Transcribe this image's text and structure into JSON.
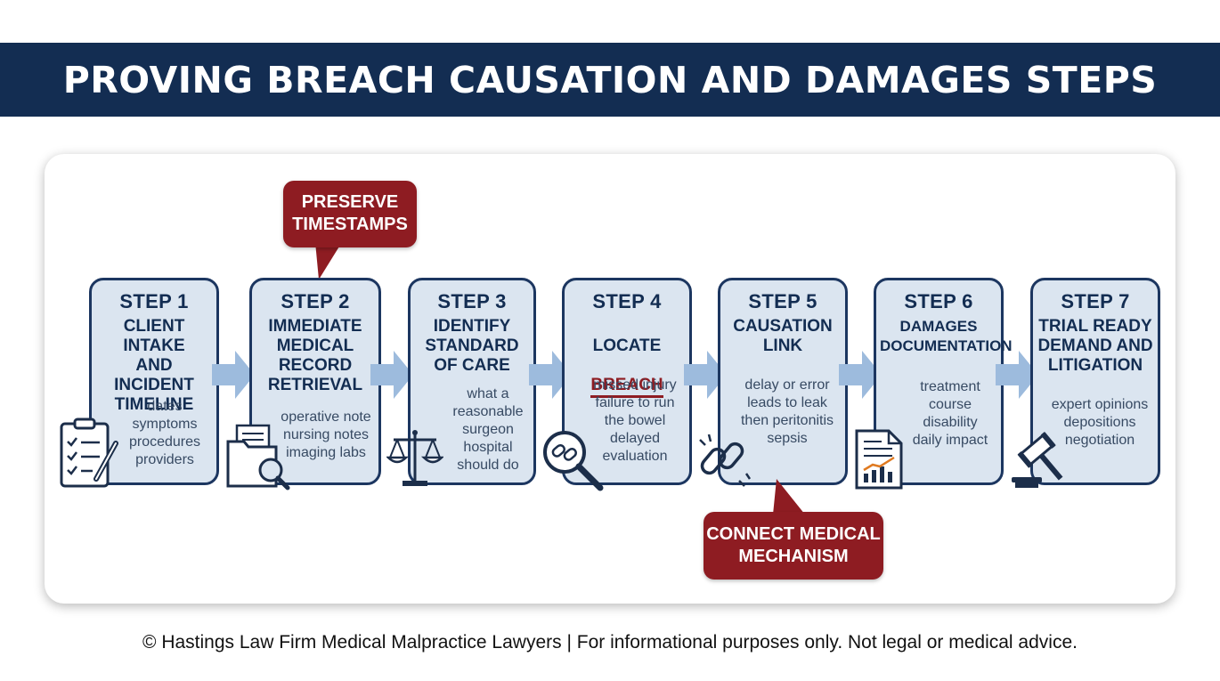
{
  "title": "PROVING BREACH CAUSATION AND DAMAGES STEPS",
  "steps": [
    {
      "number": "STEP 1",
      "title": "CLIENT INTAKE\nAND INCIDENT\nTIMELINE",
      "desc": "dates\nsymptoms\nprocedures\nproviders",
      "icon": "clipboard-checklist-icon"
    },
    {
      "number": "STEP 2",
      "title": "IMMEDIATE\nMEDICAL\nRECORD\nRETRIEVAL",
      "desc": "operative note\nnursing notes\nimaging labs",
      "icon": "folder-search-icon"
    },
    {
      "number": "STEP 3",
      "title": "IDENTIFY\nSTANDARD\nOF CARE",
      "desc": "what a\nreasonable\nsurgeon\nhospital\nshould do",
      "icon": "scales-of-justice-icon"
    },
    {
      "number": "STEP 4",
      "title_line1": "LOCATE",
      "title_line2": "BREACH",
      "desc": "missed injury\nfailure to run\nthe bowel\ndelayed\nevaluation",
      "icon": "magnifier-broken-link-icon"
    },
    {
      "number": "STEP 5",
      "title": "CAUSATION\nLINK",
      "desc": "delay or error\nleads to leak\nthen peritonitis\nsepsis",
      "icon": "broken-chain-icon"
    },
    {
      "number": "STEP 6",
      "title": "DAMAGES\nDOCUMENTATION",
      "desc": "treatment\ncourse\ndisability\ndaily impact",
      "icon": "document-chart-icon"
    },
    {
      "number": "STEP 7",
      "title": "TRIAL READY\nDEMAND AND\nLITIGATION",
      "desc": "expert opinions\ndepositions\nnegotiation",
      "icon": "gavel-icon"
    }
  ],
  "callouts": {
    "preserve": "PRESERVE\nTIMESTAMPS",
    "connect": "CONNECT MEDICAL\nMECHANISM"
  },
  "footer": "© Hastings Law Firm Medical Malpractice Lawyers | For informational purposes only. Not legal or medical advice.",
  "colors": {
    "navy": "#132d52",
    "card": "#dbe5f0",
    "arrow": "#9dbbdd",
    "callout": "#8e1c22"
  }
}
